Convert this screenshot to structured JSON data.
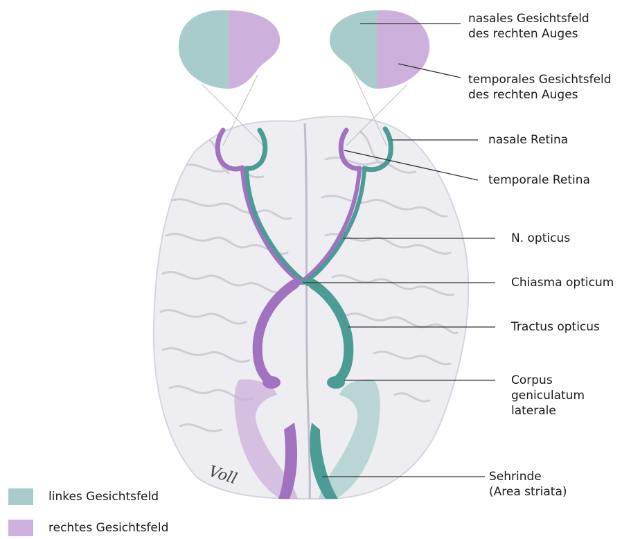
{
  "colors": {
    "left_field": "#a8cccb",
    "right_field": "#cdb0dc",
    "tract_teal": "#4c9c96",
    "tract_purple": "#a172bf",
    "brain": "#eeedf2",
    "brain_fold": "#c9c6d3"
  },
  "labels": {
    "nasal_field_right_eye": [
      "nasales Gesichtsfeld",
      "des rechten Auges"
    ],
    "temporal_field_right_eye": [
      "temporales Gesichtsfeld",
      "des rechten Auges"
    ],
    "nasal_retina": "nasale Retina",
    "temporal_retina": "temporale Retina",
    "optic_nerve": "N. opticus",
    "optic_chiasm": "Chiasma opticum",
    "optic_tract": "Tractus opticus",
    "lgn": [
      "Corpus",
      "geniculatum",
      "laterale"
    ],
    "visual_cortex": [
      "Sehrinde",
      "(Area striata)"
    ]
  },
  "legend": [
    {
      "label": "linkes Gesichtsfeld",
      "color": "#a8cccb"
    },
    {
      "label": "rechtes Gesichtsfeld",
      "color": "#cdb0dc"
    }
  ],
  "signature": "Voll"
}
